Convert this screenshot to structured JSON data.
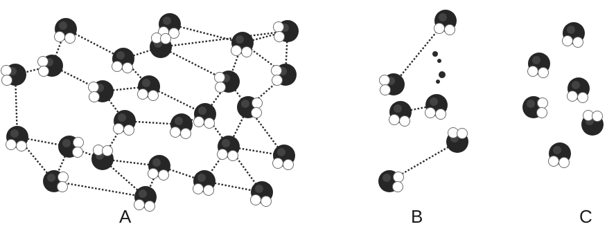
{
  "labels": {
    "a": "A",
    "b": "B",
    "c": "C"
  },
  "colors": {
    "oxygen": "#262626",
    "hydrogen": "#ffffff",
    "bond": "#2b2b2b"
  }
}
